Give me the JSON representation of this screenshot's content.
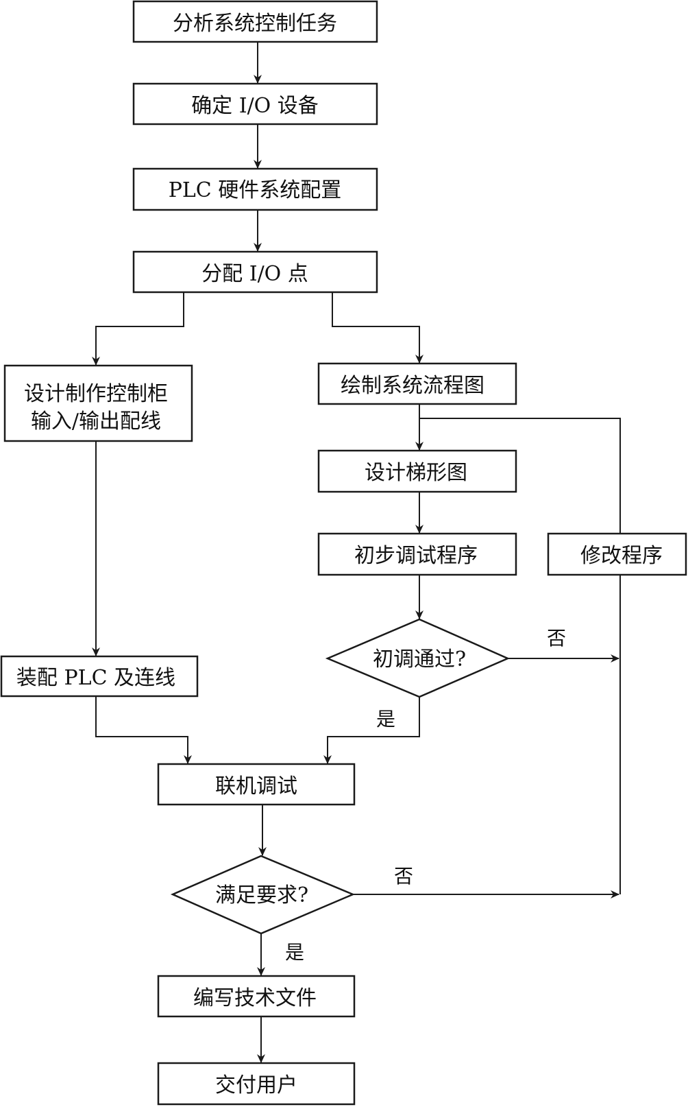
{
  "nodes": {
    "analyze": "分析系统控制任务",
    "determine_io": "确定 I/O 设备",
    "plc_config": "PLC 硬件系统配置",
    "assign_io": "分配 I/O 点",
    "cabinet_line1": "设计制作控制柜",
    "cabinet_line2": "输入/输出配线",
    "draw_flow": "绘制系统流程图",
    "ladder": "设计梯形图",
    "initial_debug": "初步调试程序",
    "modify": "修改程序",
    "initial_pass": "初调通过?",
    "assemble": "装配 PLC 及连线",
    "joint_debug": "联机调试",
    "meets_req": "满足要求?",
    "write_docs": "编写技术文件",
    "deliver": "交付用户"
  },
  "branches": {
    "no_1": "否",
    "yes_1": "是",
    "no_2": "否",
    "yes_2": "是"
  },
  "colors": {
    "stroke": "#1a1a1a",
    "text": "#111111",
    "background": "#ffffff"
  }
}
